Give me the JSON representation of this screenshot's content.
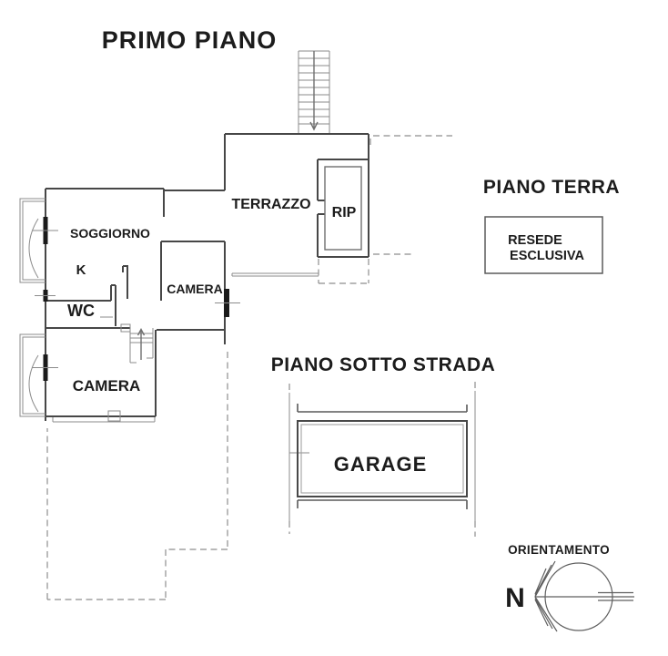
{
  "document": {
    "type": "floor-plan",
    "background": "#ffffff",
    "colors": {
      "wall": "#474747",
      "thin_line": "#8b8b8b",
      "dashed_line": "#8e8e8e",
      "text": "#1c1c1c"
    }
  },
  "primo_piano": {
    "title": "PRIMO PIANO",
    "rooms": {
      "soggiorno": "SOGGIORNO",
      "kitchen": "K",
      "wc": "WC",
      "camera_small": "CAMERA",
      "camera_large": "CAMERA",
      "terrazzo": "TERRAZZO",
      "rip": "RIP"
    }
  },
  "piano_terra": {
    "title": "PIANO TERRA",
    "resede_line1": "RESEDE",
    "resede_line2": "ESCLUSIVA"
  },
  "piano_sotto_strada": {
    "title": "PIANO SOTTO STRADA",
    "garage": "GARAGE"
  },
  "orientamento": {
    "title": "ORIENTAMENTO",
    "north": "N"
  }
}
